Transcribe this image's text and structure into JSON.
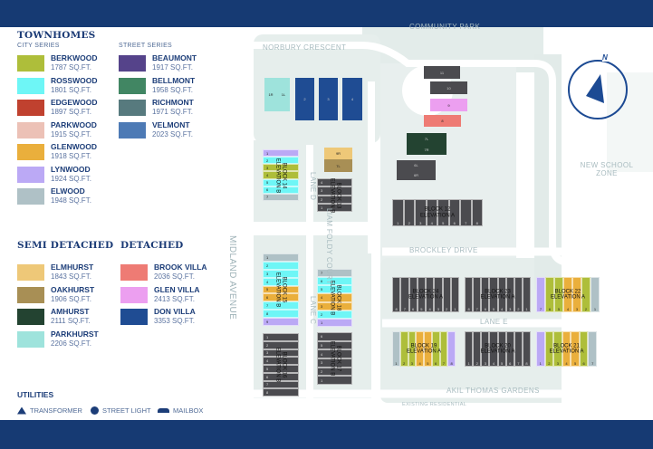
{
  "legend": {
    "townhomes": {
      "title": "TOWNHOMES",
      "city_series": "CITY SERIES",
      "street_series": "STREET SERIES",
      "city": [
        {
          "name": "BERKWOOD",
          "area": "1787 SQ.FT.",
          "color": "#aebe3a"
        },
        {
          "name": "ROSSWOOD",
          "area": "1801 SQ.FT.",
          "color": "#6ef6f6"
        },
        {
          "name": "EDGEWOOD",
          "area": "1897 SQ.FT.",
          "color": "#c0412f"
        },
        {
          "name": "PARKWOOD",
          "area": "1915 SQ.FT.",
          "color": "#ecc1b6"
        },
        {
          "name": "GLENWOOD",
          "area": "1918 SQ.FT.",
          "color": "#eaaf3c"
        },
        {
          "name": "LYNWOOD",
          "area": "1924 SQ.FT.",
          "color": "#bba9f5"
        },
        {
          "name": "ELWOOD",
          "area": "1948 SQ.FT.",
          "color": "#afc1c6"
        }
      ],
      "street": [
        {
          "name": "BEAUMONT",
          "area": "1917 SQ.FT.",
          "color": "#55438a"
        },
        {
          "name": "BELLMONT",
          "area": "1958 SQ.FT.",
          "color": "#418663"
        },
        {
          "name": "RICHMONT",
          "area": "1971 SQ.FT.",
          "color": "#577a7e"
        },
        {
          "name": "VELMONT",
          "area": "2023 SQ.FT.",
          "color": "#4d7ab5"
        }
      ]
    },
    "semi": {
      "title": "SEMI DETACHED",
      "items": [
        {
          "name": "ELMHURST",
          "area": "1843 SQ.FT.",
          "color": "#eec878"
        },
        {
          "name": "OAKHURST",
          "area": "1906 SQ.FT.",
          "color": "#a88f55"
        },
        {
          "name": "AMHURST",
          "area": "2111 SQ.FT.",
          "color": "#234331"
        },
        {
          "name": "PARKHURST",
          "area": "2206 SQ.FT.",
          "color": "#9ee3dc"
        }
      ]
    },
    "detached": {
      "title": "DETACHED",
      "items": [
        {
          "name": "BROOK VILLA",
          "area": "2036 SQ.FT.",
          "color": "#ee7b74"
        },
        {
          "name": "GLEN VILLA",
          "area": "2413 SQ.FT.",
          "color": "#ec9ff0"
        },
        {
          "name": "DON VILLA",
          "area": "3353 SQ.FT.",
          "color": "#1f4c93"
        }
      ]
    },
    "utilities": {
      "title": "UTILITIES",
      "items": [
        {
          "name": "TRANSFORMER",
          "icon": "transformer-icon"
        },
        {
          "name": "STREET LIGHT",
          "icon": "street-light-icon"
        },
        {
          "name": "MAILBOX",
          "icon": "mailbox-icon"
        }
      ]
    }
  },
  "unassigned_color": "#4b4b4f",
  "streets": {
    "norbury": "NORBURY CRESCENT",
    "park": "COMMUNITY PARK",
    "liam": "LIAM FOLDY COURT",
    "lane_d": "LANE D",
    "midland": "MIDLAND AVENUE",
    "brockley": "BROCKLEY DRIVE",
    "lane_e": "LANE E",
    "lane_c": "LANE C",
    "akil": "AKIL THOMAS GARDENS",
    "existing": "EXISTING RESIDENTIAL",
    "school": "NEW SCHOOL ZONE"
  },
  "compass": "N",
  "blocks": [
    {
      "id": "b14",
      "title": "BLOCK 14",
      "elevation": "ELEVATION B",
      "units": [
        [
          "1",
          "LYNWOOD"
        ],
        [
          "2",
          "ROSSWOOD"
        ],
        [
          "3",
          "BERKWOOD"
        ],
        [
          "4",
          "BERKWOOD"
        ],
        [
          "5",
          "ROSSWOOD"
        ],
        [
          "6",
          "ROSSWOOD"
        ],
        [
          "7",
          "ELWOOD"
        ]
      ]
    },
    {
      "id": "b13",
      "title": "BLOCK 13",
      "elevation": "ELEVATION B",
      "units": [
        [
          "4",
          null
        ],
        [
          "3",
          null
        ],
        [
          "2",
          null
        ],
        [
          "1",
          null
        ]
      ]
    },
    {
      "id": "b12",
      "title": "BLOCK 12",
      "elevation": "ELEVATION A",
      "units": [
        [
          "1",
          null
        ],
        [
          "2",
          null
        ],
        [
          "3",
          null
        ],
        [
          "4",
          null
        ],
        [
          "5",
          null
        ],
        [
          "6",
          null
        ],
        [
          "7",
          null
        ],
        [
          "8",
          null
        ]
      ]
    },
    {
      "id": "b15",
      "title": "BLOCK 15",
      "elevation": "ELEVATION B",
      "units": [
        [
          "1",
          "ELWOOD"
        ],
        [
          "2",
          "ROSSWOOD"
        ],
        [
          "3",
          "ROSSWOOD"
        ],
        [
          "4",
          "ROSSWOOD"
        ],
        [
          "5",
          "GLENWOOD"
        ],
        [
          "6",
          "GLENWOOD"
        ],
        [
          "7",
          "ROSSWOOD"
        ],
        [
          "8",
          "ROSSWOOD"
        ],
        [
          "9",
          "LYNWOOD"
        ]
      ]
    },
    {
      "id": "b16",
      "title": "BLOCK 16",
      "elevation": "ELEVATION B",
      "units": [
        [
          "1",
          null
        ],
        [
          "2",
          null
        ],
        [
          "3",
          null
        ],
        [
          "4",
          null
        ],
        [
          "5",
          null
        ],
        [
          "6",
          null
        ],
        [
          "7",
          null
        ],
        [
          "8",
          null
        ]
      ]
    },
    {
      "id": "b18",
      "title": "BLOCK 18",
      "elevation": "ELEVATION B",
      "units": [
        [
          "7",
          "ELWOOD"
        ],
        [
          "6",
          "ROSSWOOD"
        ],
        [
          "5",
          "ROSSWOOD"
        ],
        [
          "4",
          "GLENWOOD"
        ],
        [
          "3",
          "GLENWOOD"
        ],
        [
          "2",
          "ROSSWOOD"
        ],
        [
          "1",
          "LYNWOOD"
        ]
      ]
    },
    {
      "id": "b17",
      "title": "BLOCK 17",
      "elevation": "ELEVATION B",
      "units": [
        [
          "6",
          null
        ],
        [
          "5",
          null
        ],
        [
          "4",
          null
        ],
        [
          "3",
          null
        ],
        [
          "2",
          null
        ],
        [
          "1",
          null
        ]
      ]
    },
    {
      "id": "b24",
      "title": "BLOCK 24",
      "elevation": "ELEVATION A",
      "units": [
        [
          "8",
          null
        ],
        [
          "7",
          null
        ],
        [
          "6",
          null
        ],
        [
          "5",
          null
        ],
        [
          "4",
          null
        ],
        [
          "3",
          null
        ],
        [
          "2",
          null
        ],
        [
          "1",
          null
        ]
      ]
    },
    {
      "id": "b23",
      "title": "BLOCK 23",
      "elevation": "ELEVATION A",
      "units": [
        [
          "8",
          null
        ],
        [
          "7",
          null
        ],
        [
          "6",
          null
        ],
        [
          "5",
          null
        ],
        [
          "4",
          null
        ],
        [
          "3",
          null
        ],
        [
          "2",
          null
        ],
        [
          "1",
          null
        ]
      ]
    },
    {
      "id": "b22",
      "title": "BLOCK 22",
      "elevation": "ELEVATION A",
      "units": [
        [
          "7",
          "LYNWOOD"
        ],
        [
          "6",
          "BERKWOOD"
        ],
        [
          "5",
          "BERKWOOD"
        ],
        [
          "4",
          "GLENWOOD"
        ],
        [
          "3",
          "GLENWOOD"
        ],
        [
          "2",
          "BERKWOOD"
        ],
        [
          "1",
          "ELWOOD"
        ]
      ]
    },
    {
      "id": "b19",
      "title": "BLOCK 19",
      "elevation": "ELEVATION A",
      "units": [
        [
          "1",
          "ELWOOD"
        ],
        [
          "2",
          "BERKWOOD"
        ],
        [
          "3",
          "BERKWOOD"
        ],
        [
          "4",
          "GLENWOOD"
        ],
        [
          "5",
          "GLENWOOD"
        ],
        [
          "6",
          "BERKWOOD"
        ],
        [
          "7",
          "BERKWOOD"
        ],
        [
          "8",
          "LYNWOOD"
        ]
      ]
    },
    {
      "id": "b20",
      "title": "BLOCK 20",
      "elevation": "ELEVATION A",
      "units": [
        [
          "1",
          null
        ],
        [
          "2",
          null
        ],
        [
          "3",
          null
        ],
        [
          "4",
          null
        ],
        [
          "5",
          null
        ],
        [
          "6",
          null
        ],
        [
          "7",
          null
        ],
        [
          "8",
          null
        ]
      ]
    },
    {
      "id": "b21",
      "title": "BLOCK 21",
      "elevation": "ELEVATION A",
      "units": [
        [
          "1",
          "LYNWOOD"
        ],
        [
          "2",
          "BERKWOOD"
        ],
        [
          "3",
          "BERKWOOD"
        ],
        [
          "4",
          "GLENWOOD"
        ],
        [
          "5",
          "GLENWOOD"
        ],
        [
          "6",
          "BERKWOOD"
        ],
        [
          "7",
          "ELWOOD"
        ]
      ]
    }
  ],
  "houses": [
    {
      "id": "h1r",
      "label": "1R",
      "model": "PARKHURST"
    },
    {
      "id": "h1l",
      "label": "1L",
      "model": "PARKHURST"
    },
    {
      "id": "h2",
      "label": "2",
      "model": "DON VILLA"
    },
    {
      "id": "h3",
      "label": "3",
      "model": "DON VILLA"
    },
    {
      "id": "h4",
      "label": "4",
      "model": "DON VILLA"
    },
    {
      "id": "h9x",
      "label": "9R",
      "model": "ELMHURST"
    },
    {
      "id": "h7l",
      "label": "7L",
      "model": "OAKHURST"
    },
    {
      "id": "h11",
      "label": "11",
      "model": null
    },
    {
      "id": "h10",
      "label": "10",
      "model": null
    },
    {
      "id": "h9",
      "label": "9",
      "model": "GLEN VILLA"
    },
    {
      "id": "h8",
      "label": "8",
      "model": "BROOK VILLA"
    },
    {
      "id": "h7al",
      "label": "7L",
      "model": "AMHURST"
    },
    {
      "id": "h7ar",
      "label": "7R",
      "model": "AMHURST"
    },
    {
      "id": "h6l",
      "label": "6L",
      "model": null
    },
    {
      "id": "h6r",
      "label": "6R",
      "model": null
    }
  ]
}
